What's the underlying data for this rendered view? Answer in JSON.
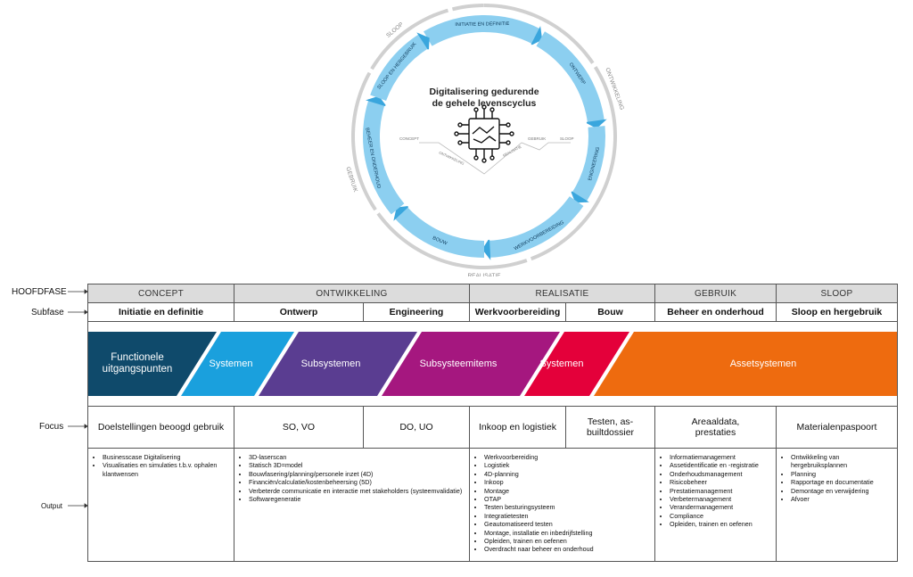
{
  "cycle": {
    "center_title": [
      "Digitalisering gedurende",
      "de gehele levenscyclus"
    ],
    "outer_phases": [
      "CONCEPT",
      "ONTWIKKELING",
      "REALISATIE",
      "GEBRUIK",
      "SLOOP"
    ],
    "ring_labels": [
      "INITIATIE EN DEFINITIE",
      "ONTWERP",
      "ENGINEERING",
      "WERKVOORBEREIDING",
      "BOUW",
      "BEHEER EN ONDERHOUD",
      "SLOOP EN HERGEBRUIK"
    ],
    "inner_labels": [
      "CONCEPT",
      "ONTWIKKELING",
      "REALISATIE",
      "GEBRUIK",
      "SLOOP"
    ],
    "ring_color": "#8ccff0",
    "arrow_color": "#3aa6dd"
  },
  "table": {
    "row_labels": {
      "hoofdfase": "HOOFDFASE",
      "subfase": "Subfase",
      "focus": "Focus",
      "output": "Output"
    },
    "hoofdfasen": [
      "CONCEPT",
      "ONTWIKKELING",
      "REALISATIE",
      "GEBRUIK",
      "SLOOP"
    ],
    "subfasen": [
      "Initiatie en definitie",
      "Ontwerp",
      "Engineering",
      "Werkvoorbereiding",
      "Bouw",
      "Beheer en onderhoud",
      "Sloop en hergebruik"
    ],
    "chevrons": [
      {
        "label": "Functionele uitgangspunten",
        "color": "#0f4a6b"
      },
      {
        "label": "Systemen",
        "color": "#1aa0dd"
      },
      {
        "label": "Subsystemen",
        "color": "#5a3d91"
      },
      {
        "label": "Subsysteemitems",
        "color": "#a5177f"
      },
      {
        "label": "Systemen",
        "color": "#e4003a"
      },
      {
        "label": "Assetsystemen",
        "color": "#ee6b0f"
      }
    ],
    "focus": [
      "Doelstellingen beoogd gebruik",
      "SO, VO",
      "DO, UO",
      "Inkoop en logistiek",
      "Testen, as-builtdossier",
      "Areaaldata, prestaties",
      "Materialenpaspoort"
    ],
    "output": [
      [
        "Businesscase Digitalisering",
        "Visualisaties en simulaties t.b.v. ophalen klantwensen"
      ],
      [
        "3D-laserscan",
        "Statisch 3D=model",
        "Bouwfasering/planning/personele inzet (4D)",
        "Financiën/calculatie/kostenbeheersing (5D)",
        "Verbeterde communicatie en interactie met stakeholders (systeemvalidatie)",
        "Softwaregeneratie"
      ],
      [
        "Werkvoorbereiding",
        "Logistiek",
        "4D-planning",
        "Inkoop",
        "Montage",
        "OTAP",
        "Testen besturingsysteem",
        "Integratietesten",
        "Geautomatiseerd testen",
        "Montage, installatie en inbedrijfstelling",
        "Opleiden, trainen en oefenen",
        "Overdracht naar beheer en onderhoud"
      ],
      [
        "Informatiemanagement",
        "Assetidentificatie en -registratie",
        "Onderhoudsmanagement",
        "Risicobeheer",
        "Prestatiemanagement",
        "Verbetermanagement",
        "Verandermanagement",
        "Compliance",
        "Opleiden, trainen en oefenen"
      ],
      [
        "Ontwikkeling van hergebruiksplannen",
        "Planning",
        "Rapportage en documentatie",
        "Demontage en verwijdering",
        "Afvoer"
      ]
    ]
  }
}
